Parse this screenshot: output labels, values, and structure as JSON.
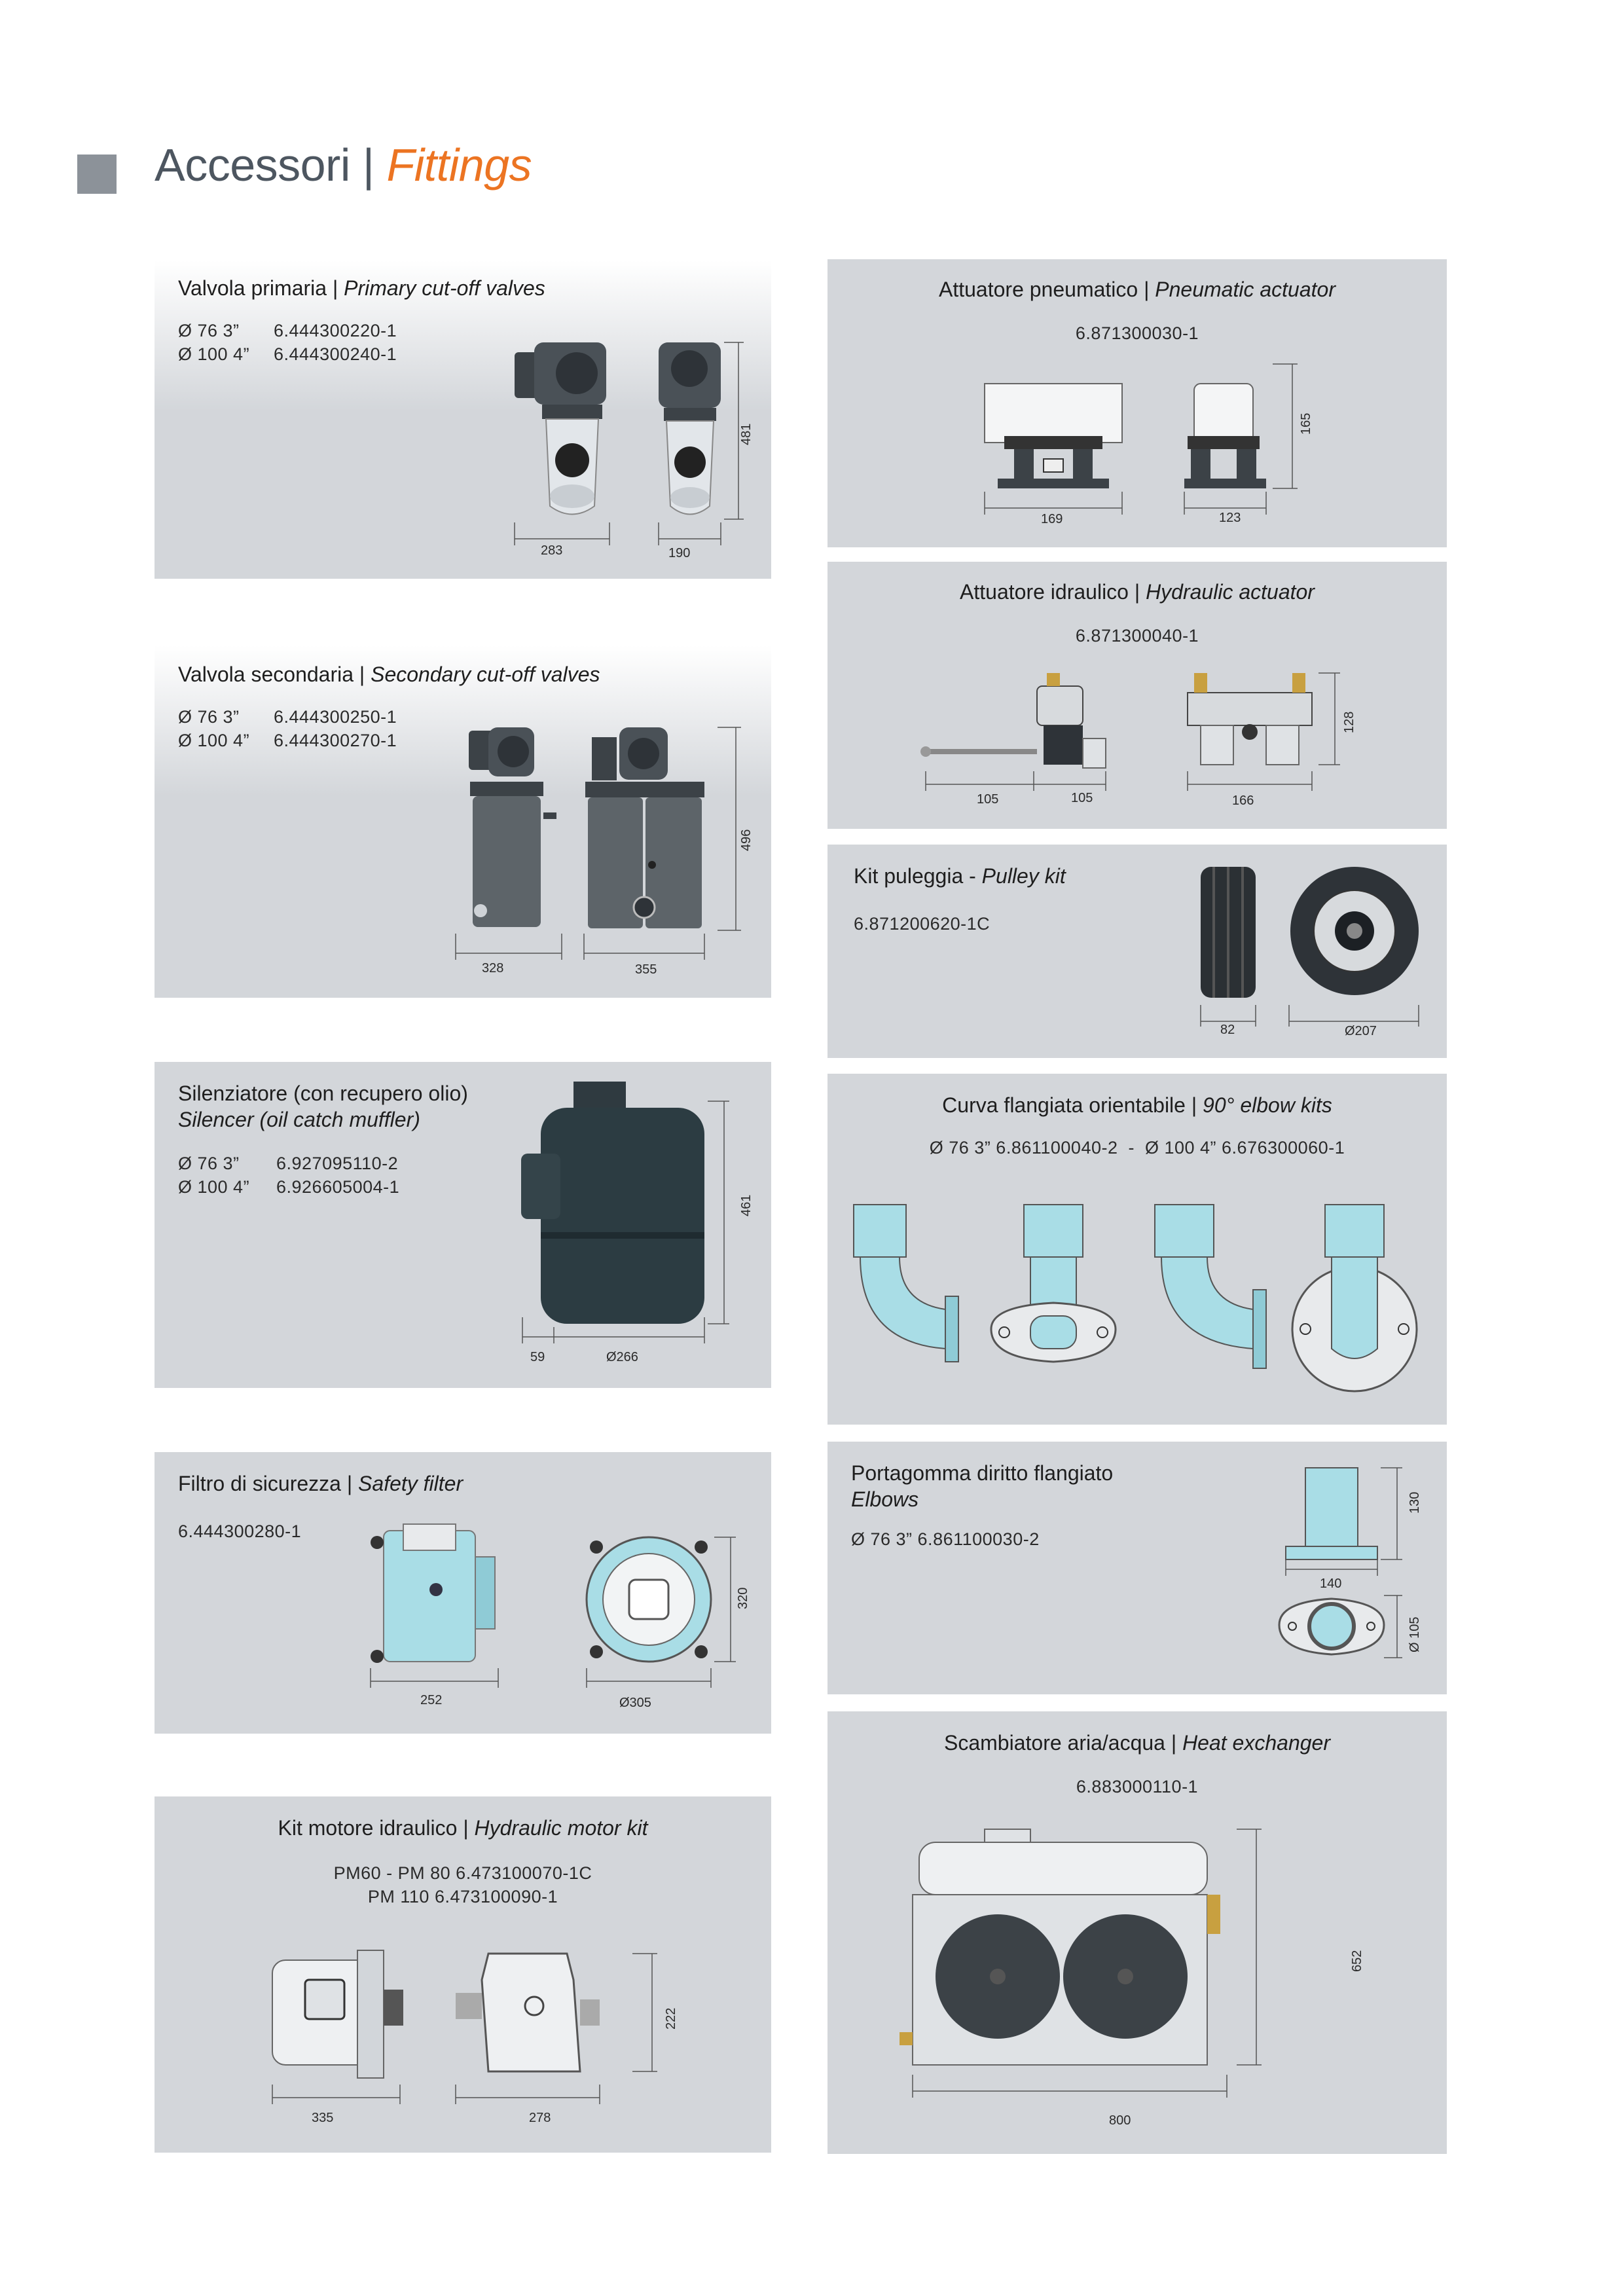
{
  "header": {
    "title_it": "Accessori |",
    "title_en": "Fittings"
  },
  "panels": {
    "primary": {
      "title_it": "Valvola primaria | ",
      "title_en": "Primary cut-off valves",
      "rows": [
        {
          "size": "Ø 76 3”",
          "code": "6.444300220-1"
        },
        {
          "size": "Ø 100 4”",
          "code": "6.444300240-1"
        }
      ],
      "dims": {
        "w1": "283",
        "w2": "190",
        "h": "481"
      }
    },
    "secondary": {
      "title_it": "Valvola secondaria | ",
      "title_en": "Secondary cut-off valves",
      "rows": [
        {
          "size": "Ø 76 3”",
          "code": "6.444300250-1"
        },
        {
          "size": "Ø 100 4”",
          "code": "6.444300270-1"
        }
      ],
      "dims": {
        "w1": "328",
        "w2": "355",
        "h": "496"
      }
    },
    "silencer": {
      "title_it": "Silenziatore (con recupero olio)",
      "title_en": "Silencer (oil catch muffler)",
      "rows": [
        {
          "size": "Ø 76 3”",
          "code": "6.927095110-2"
        },
        {
          "size": "Ø 100 4”",
          "code": "6.926605004-1"
        }
      ],
      "dims": {
        "w1": "59",
        "w2": "Ø266",
        "h": "461"
      }
    },
    "filter": {
      "title_it": "Filtro di sicurezza | ",
      "title_en": "Safety filter",
      "code": "6.444300280-1",
      "dims": {
        "w1": "252",
        "w2": "Ø305",
        "h": "320"
      }
    },
    "hydmotor": {
      "title_it": "Kit motore idraulico | ",
      "title_en": "Hydraulic motor kit",
      "line1": "PM60 - PM 80 6.473100070-1C",
      "line2": "PM 110 6.473100090-1",
      "dims": {
        "w1": "335",
        "w2": "278",
        "h": "222"
      }
    },
    "pneumatic": {
      "title_it": "Attuatore pneumatico | ",
      "title_en": "Pneumatic actuator",
      "code": "6.871300030-1",
      "dims": {
        "w1": "169",
        "w2": "123",
        "h": "165"
      }
    },
    "hydraulic": {
      "title_it": "Attuatore idraulico | ",
      "title_en": "Hydraulic actuator",
      "code": "6.871300040-1",
      "dims": {
        "w1": "105",
        "w2": "105",
        "w3": "166",
        "h": "128"
      }
    },
    "pulley": {
      "title_it": "Kit puleggia - ",
      "title_en": "Pulley kit",
      "code": "6.871200620-1C",
      "dims": {
        "w1": "82",
        "w2": "Ø207"
      }
    },
    "elbow": {
      "title_it": "Curva flangiata orientabile | ",
      "title_en": "90° elbow kits",
      "codes": "Ø 76 3” 6.861100040-2  -  Ø 100 4” 6.676300060-1"
    },
    "hose": {
      "title_it": "Portagomma diritto flangiato",
      "title_en": "Elbows",
      "code": "Ø 76 3” 6.861100030-2",
      "dims": {
        "w1": "140",
        "h1": "130",
        "h2": "Ø 105"
      }
    },
    "heatex": {
      "title_it": "Scambiatore aria/acqua | ",
      "title_en": "Heat exchanger",
      "code": "6.883000110-1",
      "dims": {
        "w1": "800",
        "h": "652"
      }
    }
  },
  "colors": {
    "accent": "#ec7422",
    "panel": "#d3d6da",
    "title": "#4d5660",
    "metal": "#3c4247",
    "cyan": "#a9dde6"
  }
}
